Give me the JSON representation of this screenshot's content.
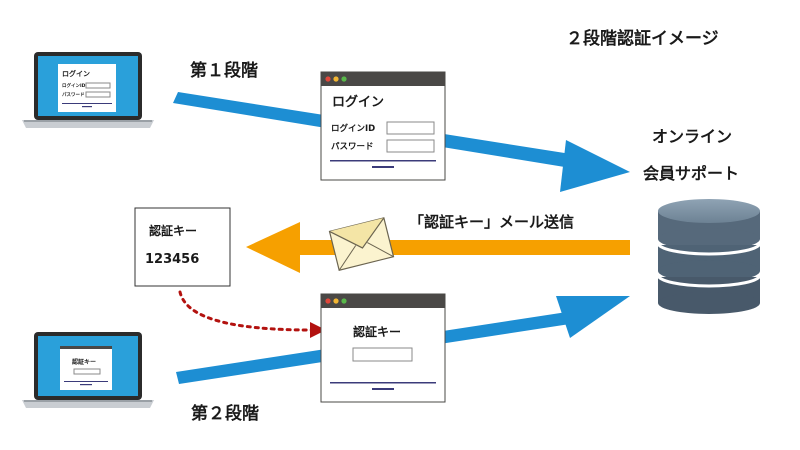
{
  "title": "２段階認証イメージ",
  "step1_label": "第１段階",
  "step2_label": "第２段階",
  "server": {
    "line1": "オンライン",
    "line2": "会員サポート"
  },
  "email_label": "「認証キー」メール送信",
  "login_window": {
    "title": "ログイン",
    "id_label": "ログインID",
    "password_label": "パスワード"
  },
  "laptop1_screen": {
    "title": "ログイン",
    "id_label": "ログインID",
    "password_label": "パスワード"
  },
  "key_card": {
    "title": "認証キー",
    "code": "123456"
  },
  "auth_window": {
    "title": "認証キー"
  },
  "laptop2_screen": {
    "title": "認証キー"
  },
  "colors": {
    "blue_arrow": "#1d8ed3",
    "orange_arrow": "#f6a000",
    "dotted_arrow": "#b3120f",
    "server": "#4f6375",
    "window_bar": "#4a4846",
    "laptop_screen": "#2aa0da"
  }
}
